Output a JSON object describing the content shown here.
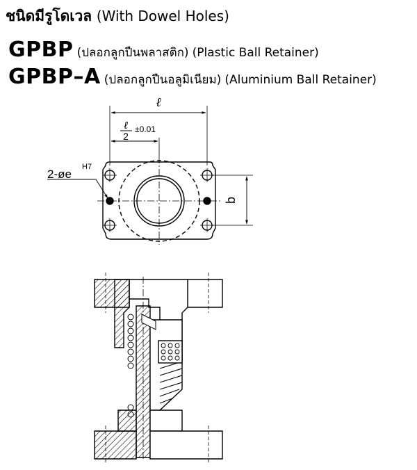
{
  "heading": {
    "thai": "ชนิดมีรูโดเวล",
    "english": "(With Dowel Holes)"
  },
  "models": [
    {
      "code": "GPBP",
      "thai": "(ปลอกลูกปืนพลาสติก)",
      "english": "(Plastic Ball Retainer)"
    },
    {
      "code": "GPBP–A",
      "thai": "(ปลอกลูกปืนอลูมิเนียม)",
      "english": "(Aluminium Ball Retainer)"
    }
  ],
  "dimensions": {
    "overall_length": "ℓ",
    "half_length_num": "ℓ",
    "half_length_den": "2",
    "half_length_tol": "±0.01",
    "dowel_holes": "2-øe",
    "dowel_fit": "H7",
    "pitch": "b"
  }
}
